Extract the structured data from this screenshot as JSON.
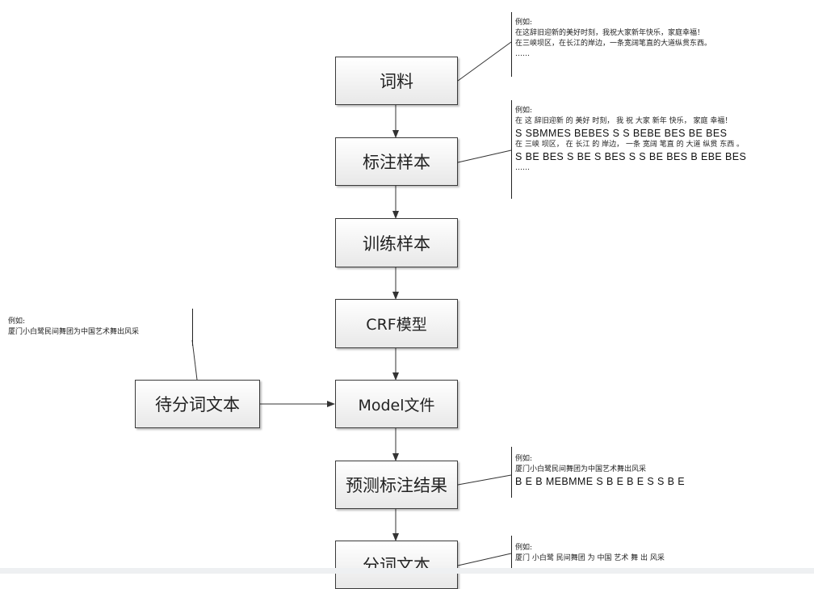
{
  "boxes": {
    "corpus": "词料",
    "labeled_samples": "标注样本",
    "training_samples": "训练样本",
    "crf_model": "CRF模型",
    "input_text": "待分词文本",
    "model_file": "Model文件",
    "predicted_labels": "预测标注结果",
    "segmented_text": "分词文本"
  },
  "notes": {
    "corpus": {
      "heading": "例如:",
      "line1": "在这辞旧迎新的美好时刻，我祝大家新年快乐，家庭幸福！",
      "line2": "在三峡坝区，在长江的岸边，一条宽阔笔直的大道纵贯东西。",
      "line3": "……"
    },
    "labeled": {
      "heading": "例如:",
      "line1": "在 这 辞旧迎新 的 美好 时刻， 我 祝 大家 新年 快乐， 家庭 幸福！",
      "tags1": "S SBMMES BEBES S S BEBE BES BE BES",
      "line2": "在 三峡 坝区， 在 长江 的 岸边， 一条 宽阔 笔直 的 大道 纵贯 东西 。",
      "tags2": "S BE BES S BE S BES S S BE BES B EBE BES",
      "line3": "……"
    },
    "input": {
      "heading": "例如:",
      "line1": "厦门小白鹭民间舞团为中国艺术舞出风采"
    },
    "predicted": {
      "heading": "例如:",
      "line1": "厦门小白鹭民间舞团为中国艺术舞出风采",
      "tags1": "B E B MEBMME S B E B E S S B E"
    },
    "segmented": {
      "heading": "例如:",
      "line1": "厦门 小白鹭 民间舞团 为 中国 艺术 舞 出 风采"
    }
  }
}
